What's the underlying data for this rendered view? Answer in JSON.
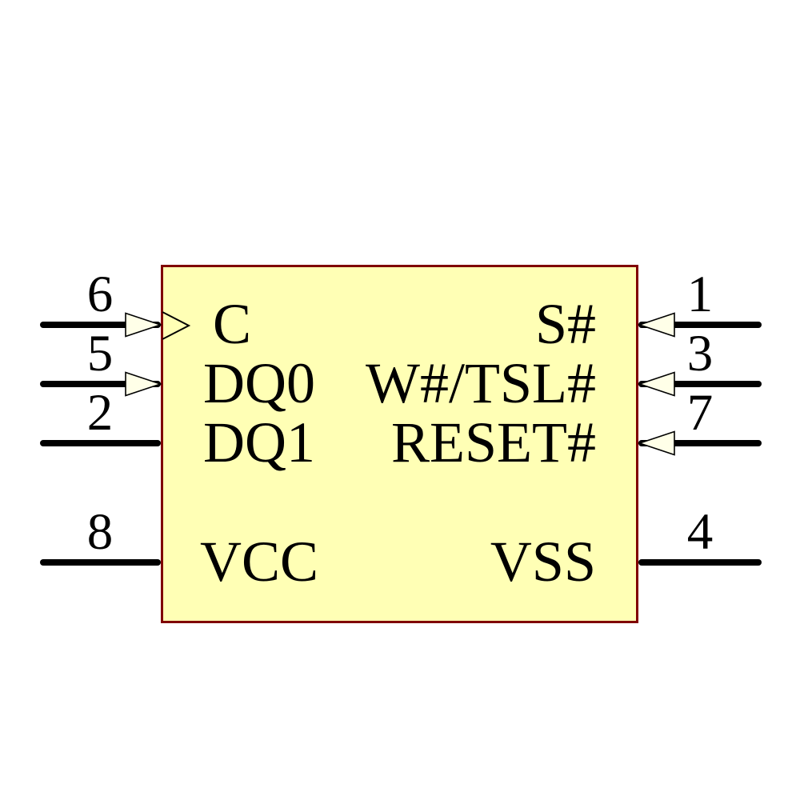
{
  "component": {
    "kind": "schematic-symbol"
  },
  "theme": {
    "body_fill": "#FFFFB5",
    "body_border": "#800000",
    "arrow_fill": "#FFFFE8",
    "wire_color": "#000000",
    "text_color": "#000000"
  },
  "pins": {
    "left": [
      {
        "number": "6",
        "name": "C",
        "arrow": true,
        "clock": true
      },
      {
        "number": "5",
        "name": "DQ0",
        "arrow": true,
        "clock": false
      },
      {
        "number": "2",
        "name": "DQ1",
        "arrow": false,
        "clock": false
      },
      {
        "number": "8",
        "name": "VCC",
        "arrow": false,
        "clock": false
      }
    ],
    "right": [
      {
        "number": "1",
        "name": "S#",
        "arrow": true,
        "clock": false
      },
      {
        "number": "3",
        "name": "W#/TSL#",
        "arrow": true,
        "clock": false
      },
      {
        "number": "7",
        "name": "RESET#",
        "arrow": true,
        "clock": false
      },
      {
        "number": "4",
        "name": "VSS",
        "arrow": false,
        "clock": false
      }
    ]
  }
}
